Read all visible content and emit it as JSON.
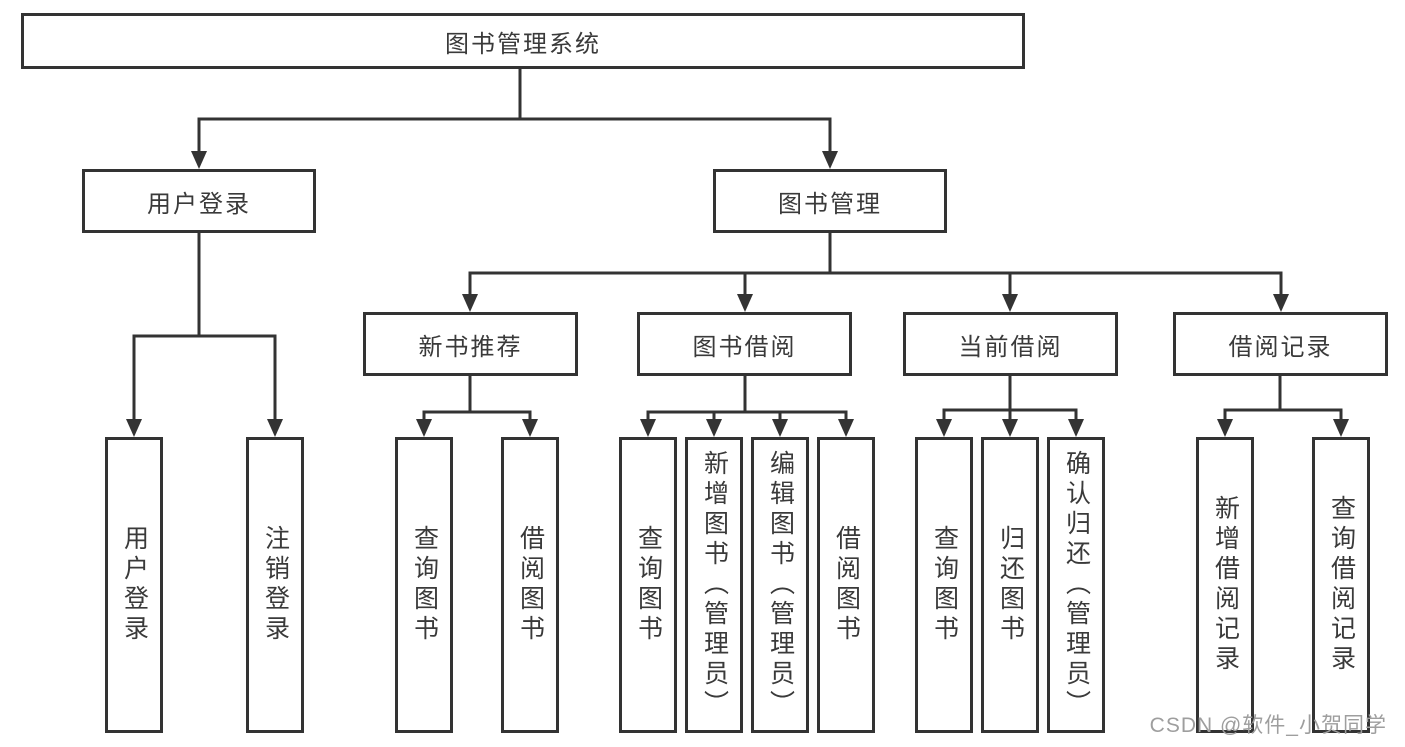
{
  "title": "图书管理系统",
  "watermark": "CSDN @软件_小贺同学",
  "colors": {
    "line": "#333333",
    "node_border": "#333333",
    "node_text": "#3a3a3a",
    "watermark_text": "#9e9e9e",
    "background": "#ffffff"
  },
  "nodes": {
    "root": "图书管理系统",
    "user_login": "用户登录",
    "book_mgmt": "图书管理",
    "new_book_rec": "新书推荐",
    "book_borrow": "图书借阅",
    "current_borrow": "当前借阅",
    "borrow_records": "借阅记录",
    "leaves": {
      "user_login": [
        "用户登录",
        "注销登录"
      ],
      "new_book_rec": [
        "查询图书",
        "借阅图书"
      ],
      "book_borrow": [
        "查询图书",
        "新增图书（管理员）",
        "编辑图书（管理员）",
        "借阅图书"
      ],
      "current_borrow": [
        "查询图书",
        "归还图书",
        "确认归还（管理员）"
      ],
      "borrow_records": [
        "新增借阅记录",
        "查询借阅记录"
      ]
    }
  }
}
